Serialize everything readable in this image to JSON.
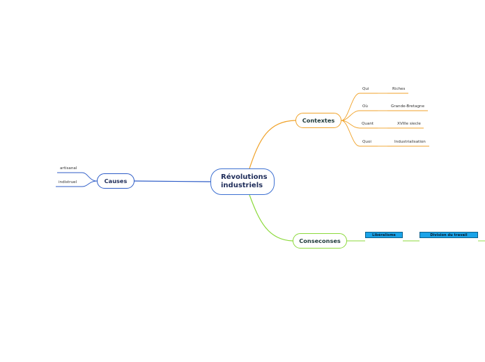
{
  "colors": {
    "root_border": "#3c6fd1",
    "contextes": "#f0a229",
    "causes": "#2c5bc7",
    "conseconses": "#8bd93a",
    "tag_fill": "#1aa3e8"
  },
  "root": {
    "label": "Révolutions industriels"
  },
  "topics": {
    "contextes": "Contextes",
    "causes": "Causes",
    "conseconses": "Conseconses"
  },
  "contextes": {
    "rows": [
      {
        "key": "Qui",
        "value": "Riches"
      },
      {
        "key": "Où",
        "value": "Grande-Bretagne"
      },
      {
        "key": "Quant",
        "value": "XVIIIe siecle"
      },
      {
        "key": "Quoi",
        "value": "Industrialisation"
      }
    ]
  },
  "causes": {
    "items": [
      "artisanal",
      "indistruel"
    ]
  },
  "conseconses": {
    "tags": [
      "Libéralisme",
      "Division du travail"
    ]
  }
}
